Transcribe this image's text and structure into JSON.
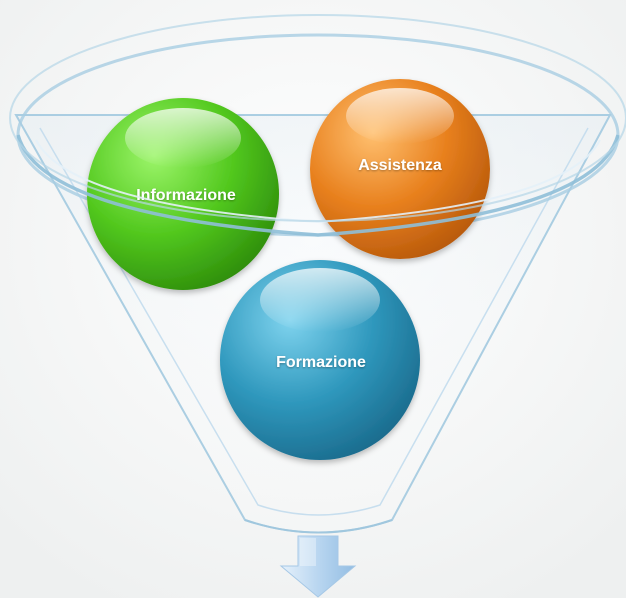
{
  "funnel": {
    "items": [
      {
        "label": "Informazione",
        "color": "#52c81e"
      },
      {
        "label": "Assistenza",
        "color": "#e8801d"
      },
      {
        "label": "Formazione",
        "color": "#2f98bd"
      }
    ]
  },
  "arrow": {
    "color": "#b9d6f0",
    "direction": "down"
  }
}
